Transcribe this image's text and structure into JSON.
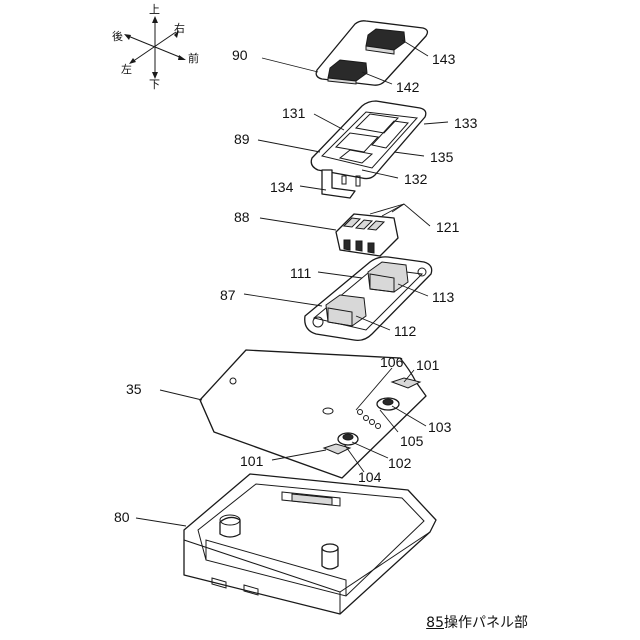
{
  "directions": {
    "up": "上",
    "down": "下",
    "left": "左",
    "right": "右",
    "front": "前",
    "back": "後"
  },
  "labels": {
    "l90": "90",
    "l143": "143",
    "l142": "142",
    "l131": "131",
    "l133": "133",
    "l89": "89",
    "l135": "135",
    "l132": "132",
    "l134": "134",
    "l88": "88",
    "l121": "121",
    "l111": "111",
    "l87": "87",
    "l113": "113",
    "l112": "112",
    "l106": "106",
    "l101a": "101",
    "l35": "35",
    "l103": "103",
    "l105": "105",
    "l102": "102",
    "l101b": "101",
    "l104": "104",
    "l80": "80"
  },
  "caption": {
    "number": "85",
    "text": "操作パネル部"
  }
}
